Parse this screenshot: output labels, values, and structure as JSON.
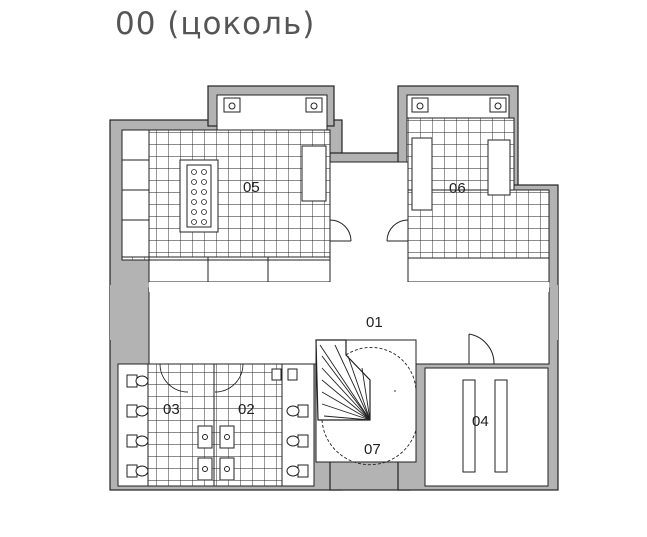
{
  "title": "00 (цоколь)",
  "rooms": [
    {
      "id": "room-01",
      "label": "01"
    },
    {
      "id": "room-02",
      "label": "02"
    },
    {
      "id": "room-03",
      "label": "03"
    },
    {
      "id": "room-04",
      "label": "04"
    },
    {
      "id": "room-05",
      "label": "05"
    },
    {
      "id": "room-06",
      "label": "06"
    },
    {
      "id": "room-07",
      "label": "07"
    }
  ],
  "colors": {
    "wall_fill": "#b3b3b3",
    "wall_stroke": "#222222",
    "floor": "#ffffff",
    "tile_line": "#1a1a1a",
    "title": "#555555"
  }
}
